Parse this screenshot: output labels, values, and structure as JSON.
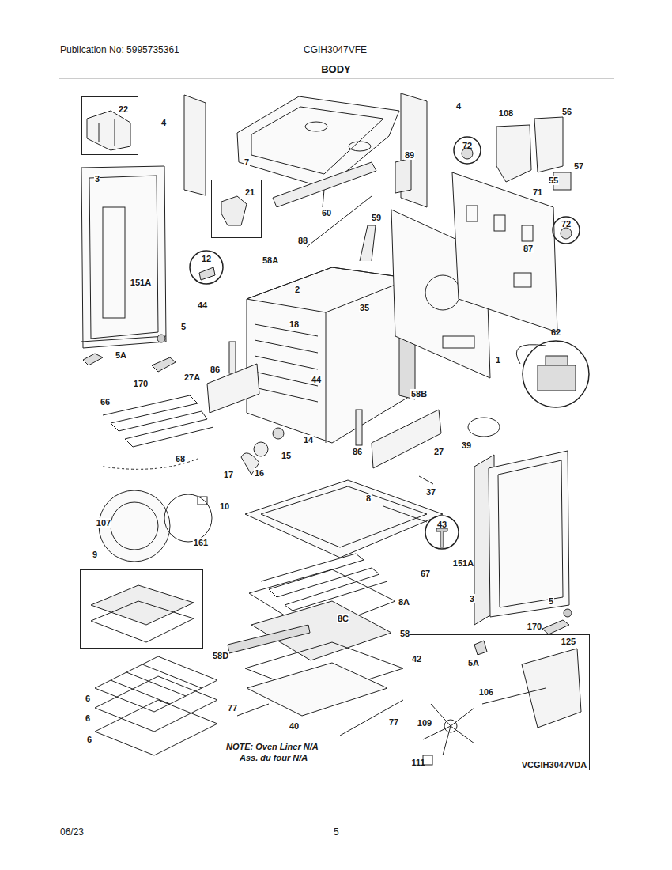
{
  "diagram": {
    "title": "BODY",
    "nodes": [
      {
        "text": [
          "22"
        ]
      },
      {
        "text": [
          "72"
        ]
      },
      {
        "text": [
          "21"
        ]
      },
      {
        "text": [
          "72"
        ]
      },
      {
        "text": [
          "12"
        ]
      },
      {
        "text": [
          "62"
        ]
      },
      {
        "text": [
          "43"
        ]
      },
      {
        "text": [
          "9"
        ]
      },
      {
        "text": [
          "125",
          "106",
          "109",
          "111",
          "VCGIH3047VDA"
        ]
      }
    ],
    "labels": [
      "Publication No: 5995735361",
      "CGIH3047VFE",
      "4",
      "7",
      "4",
      "108",
      "56",
      "89",
      "57",
      "3",
      "55",
      "71",
      "60",
      "59",
      "88",
      "58A",
      "87",
      "151A",
      "2",
      "35",
      "44",
      "18",
      "5",
      "5A",
      "1",
      "86",
      "27A",
      "44",
      "170",
      "58B",
      "66",
      "14",
      "39",
      "86",
      "27",
      "15",
      "68",
      "16",
      "17",
      "37",
      "8",
      "10",
      "107",
      "161",
      "151A",
      "67",
      "3",
      "5",
      "8A",
      "8C",
      "170",
      "58",
      "58D",
      "42",
      "5A",
      "6",
      "77",
      "6",
      "40",
      "77",
      "6",
      "NOTE: Oven Liner N/A",
      "Ass. du four N/A",
      "06/23",
      "5"
    ]
  }
}
